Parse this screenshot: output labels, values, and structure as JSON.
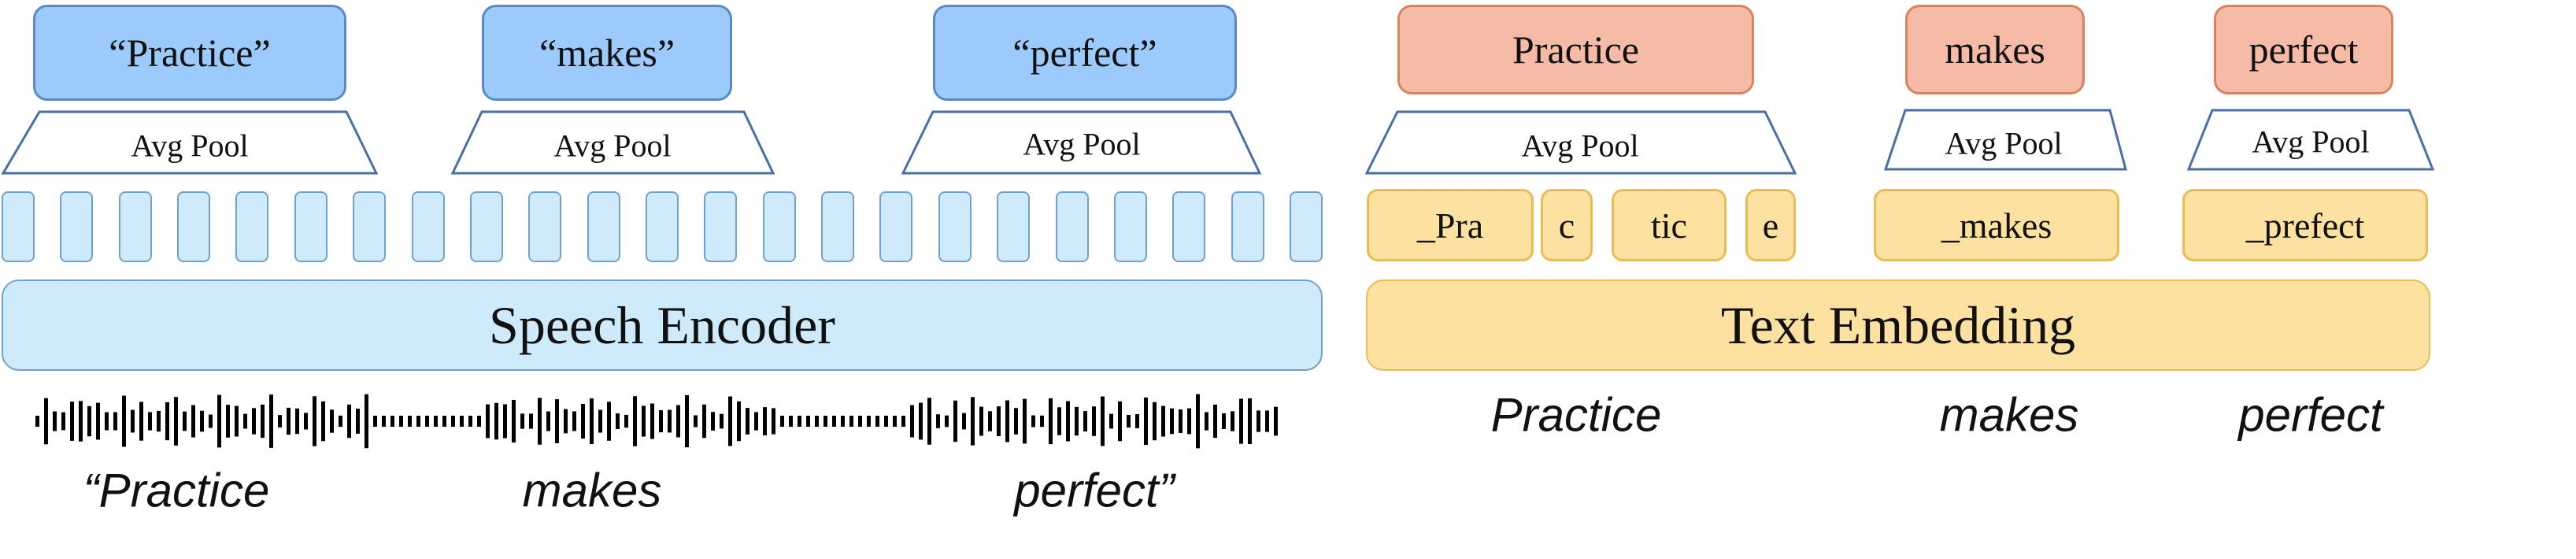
{
  "speech": {
    "word_boxes": [
      "“Practice”",
      "“makes”",
      "“perfect”"
    ],
    "pool_label": "Avg Pool",
    "encoder_label": "Speech Encoder",
    "transcript": [
      "“Practice",
      "makes",
      "perfect”"
    ]
  },
  "text": {
    "word_boxes": [
      "Practice",
      "makes",
      "perfect"
    ],
    "pool_label": "Avg Pool",
    "tokens": [
      "_Pra",
      "c",
      "tic",
      "e",
      "_makes",
      "_prefect"
    ],
    "embedding_label": "Text Embedding",
    "words": [
      "Practice",
      "makes",
      "perfect"
    ]
  },
  "colors": {
    "speech_word_fill": "#9ccbfb",
    "speech_frame_fill": "#cfeafb",
    "text_word_fill": "#f6bba6",
    "token_fill": "#fde1a0",
    "pool_stroke": "#4a6fa5",
    "waveform": "#000000"
  }
}
